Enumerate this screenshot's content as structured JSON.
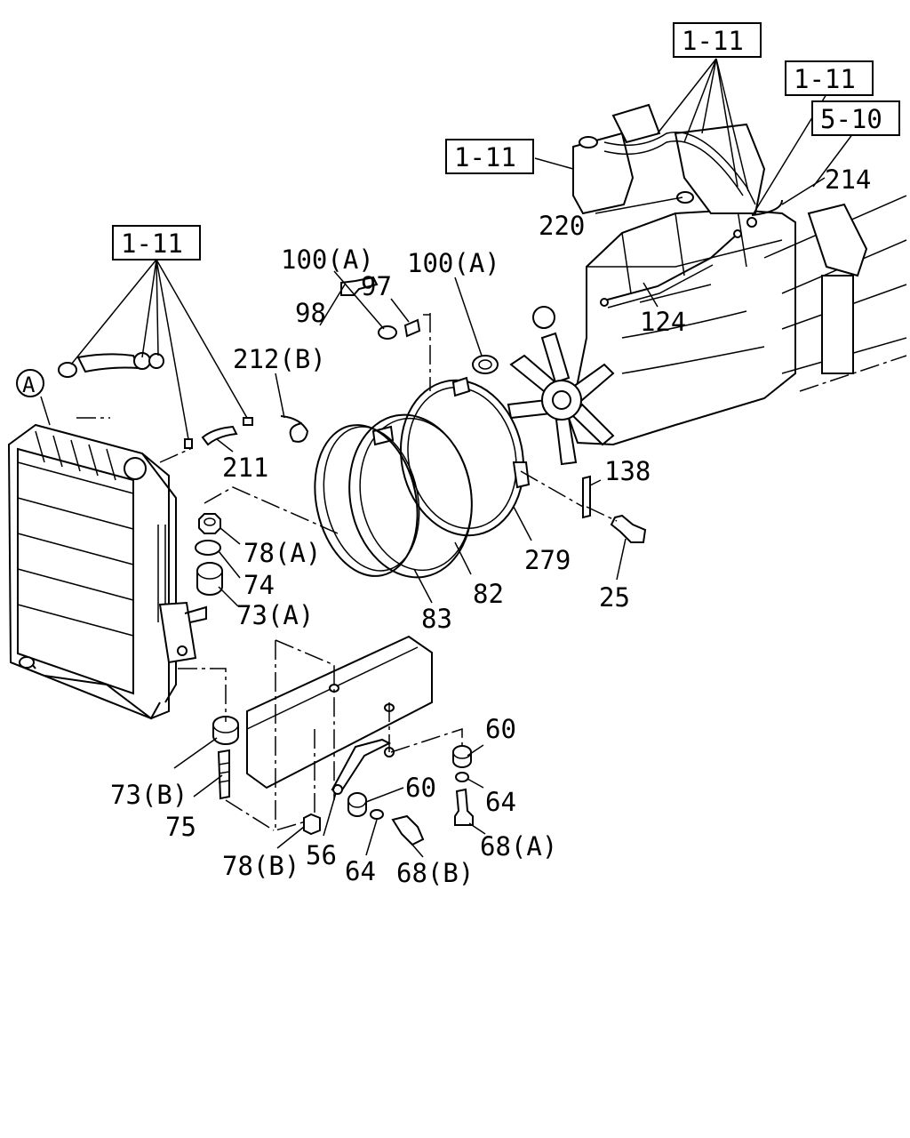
{
  "diagram": {
    "callout_a": "A",
    "refs": {
      "ref_top_mid": "1-11",
      "ref_top_right": "1-11",
      "ref_right": "5-10",
      "ref_left_engine": "1-11",
      "ref_left_radiator": "1-11"
    },
    "labels": {
      "p214": "214",
      "p220": "220",
      "p124": "124",
      "p100a_left": "100(A)",
      "p100a_right": "100(A)",
      "p97": "97",
      "p98": "98",
      "p212b": "212(B)",
      "p211": "211",
      "p138": "138",
      "p279": "279",
      "p82": "82",
      "p83": "83",
      "p25": "25",
      "p78a": "78(A)",
      "p74": "74",
      "p73a": "73(A)",
      "p60_right": "60",
      "p60_mid": "60",
      "p64_right": "64",
      "p64_mid": "64",
      "p73b": "73(B)",
      "p75": "75",
      "p68a": "68(A)",
      "p68b": "68(B)",
      "p78b": "78(B)",
      "p56": "56"
    }
  }
}
